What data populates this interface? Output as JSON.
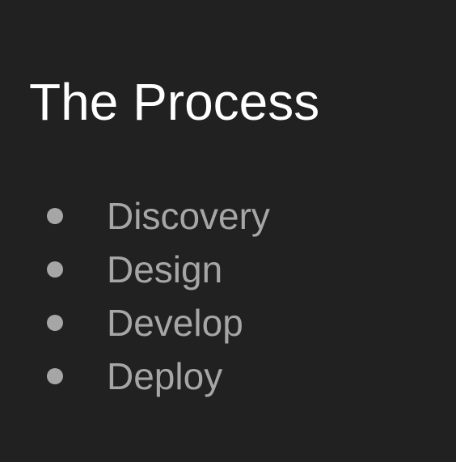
{
  "slide": {
    "title": "The Process",
    "bullets": [
      {
        "label": "Discovery"
      },
      {
        "label": "Design"
      },
      {
        "label": "Develop"
      },
      {
        "label": "Deploy"
      }
    ]
  },
  "colors": {
    "background": "#212121",
    "title": "#ffffff",
    "bullet_text": "#a6a6a6",
    "bullet_dot": "#a6a6a6"
  }
}
